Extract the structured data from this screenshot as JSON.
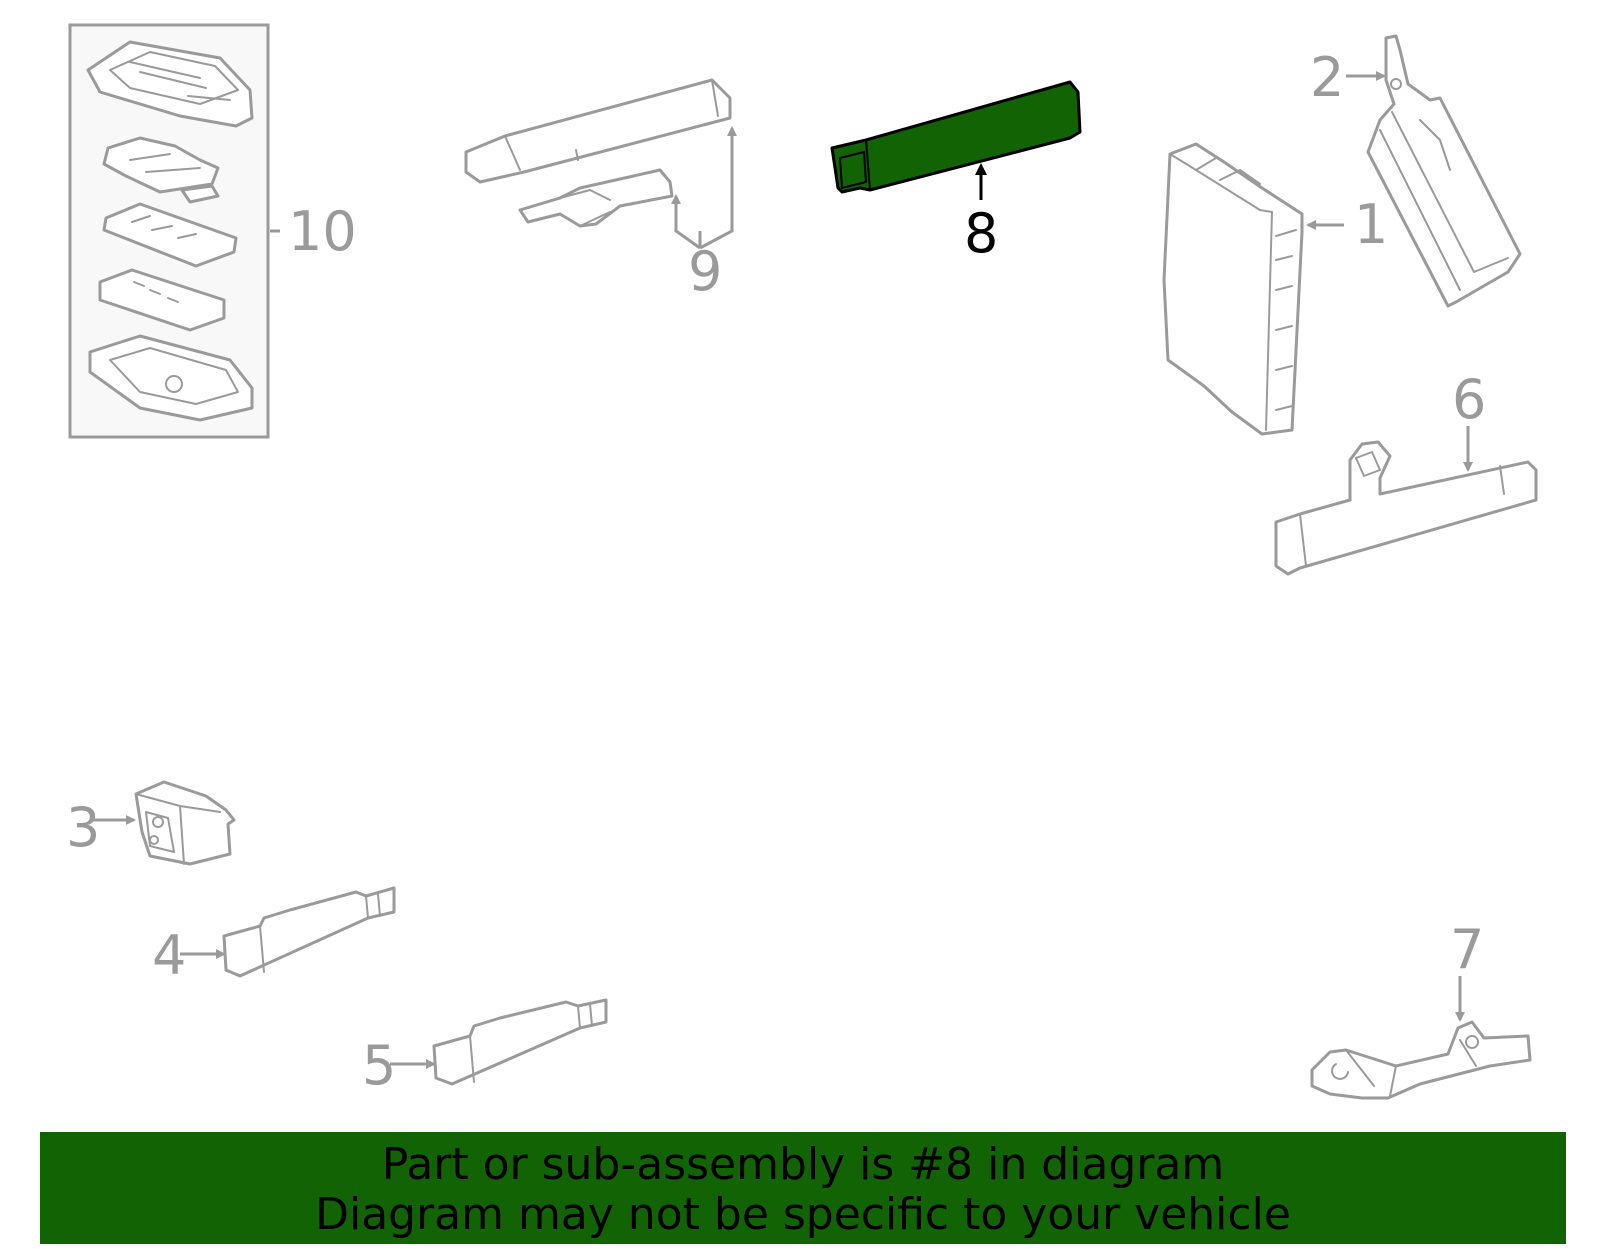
{
  "diagram": {
    "highlight_color": "#116304",
    "part_stroke_color": "#9a9a9a",
    "callouts": [
      {
        "id": "1",
        "label": "1",
        "highlighted": false
      },
      {
        "id": "2",
        "label": "2",
        "highlighted": false
      },
      {
        "id": "3",
        "label": "3",
        "highlighted": false
      },
      {
        "id": "4",
        "label": "4",
        "highlighted": false
      },
      {
        "id": "5",
        "label": "5",
        "highlighted": false
      },
      {
        "id": "6",
        "label": "6",
        "highlighted": false
      },
      {
        "id": "7",
        "label": "7",
        "highlighted": false
      },
      {
        "id": "8",
        "label": "8",
        "highlighted": true
      },
      {
        "id": "9",
        "label": "9",
        "highlighted": false
      },
      {
        "id": "10",
        "label": "10",
        "highlighted": false
      }
    ]
  },
  "banner": {
    "line1": "Part or sub-assembly is #8 in diagram",
    "line2": "Diagram may not be specific to your vehicle",
    "background": "#116304"
  }
}
